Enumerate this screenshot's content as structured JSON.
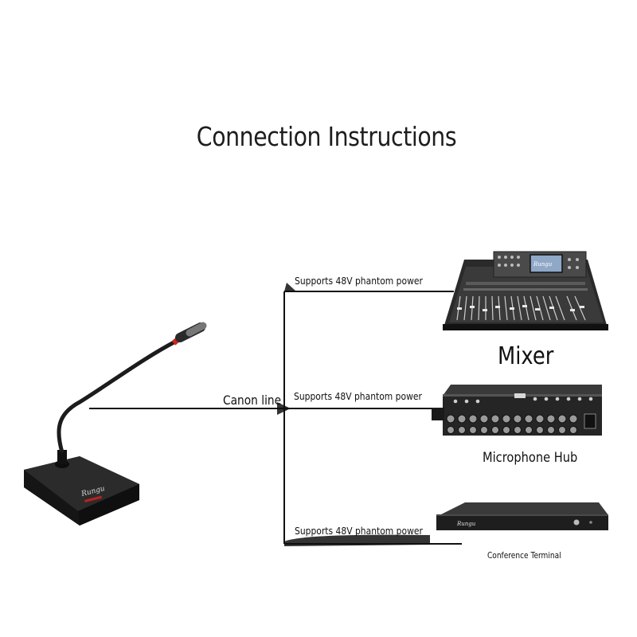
{
  "title": "Connection Instructions",
  "connection": {
    "cable_label": "Canon line",
    "power_labels": [
      "Supports 48V phantom power",
      "Supports 48V phantom power",
      "Supports 48V phantom power"
    ]
  },
  "devices": {
    "mixer": "Mixer",
    "hub": "Microphone Hub",
    "terminal": "Conference Terminal"
  },
  "logo_text": "Rungu",
  "colors": {
    "line": "#111111",
    "device_body": "#1f1f1f",
    "mic_accent": "#d0261d",
    "screen": "#8fa8c8"
  }
}
